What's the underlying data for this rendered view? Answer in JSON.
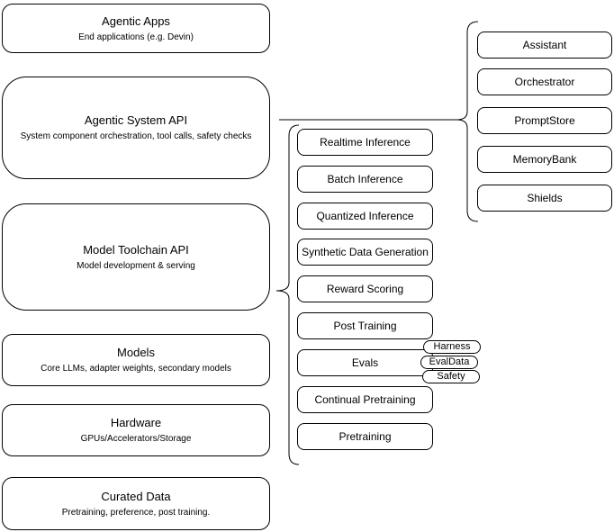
{
  "diagram": {
    "colors": {
      "stroke": "#000000",
      "fill": "#ffffff",
      "text": "#000000"
    },
    "stack": [
      {
        "title": "Agentic Apps",
        "subtitle": "End applications (e.g. Devin)"
      },
      {
        "title": "Agentic System API",
        "subtitle": "System component orchestration, tool calls, safety checks"
      },
      {
        "title": "Model Toolchain API",
        "subtitle": "Model development & serving"
      },
      {
        "title": "Models",
        "subtitle": "Core LLMs, adapter weights, secondary models"
      },
      {
        "title": "Hardware",
        "subtitle": "GPUs/Accelerators/Storage"
      },
      {
        "title": "Curated Data",
        "subtitle": "Pretraining, preference, post training."
      }
    ],
    "toolchain_services": [
      "Realtime Inference",
      "Batch Inference",
      "Quantized Inference",
      "Synthetic Data Generation",
      "Reward Scoring",
      "Post Training",
      "Evals",
      "Continual Pretraining",
      "Pretraining"
    ],
    "evals_tags": [
      "Harness",
      "EvalData",
      "Safety"
    ],
    "system_services": [
      "Assistant",
      "Orchestrator",
      "PromptStore",
      "MemoryBank",
      "Shields"
    ]
  }
}
